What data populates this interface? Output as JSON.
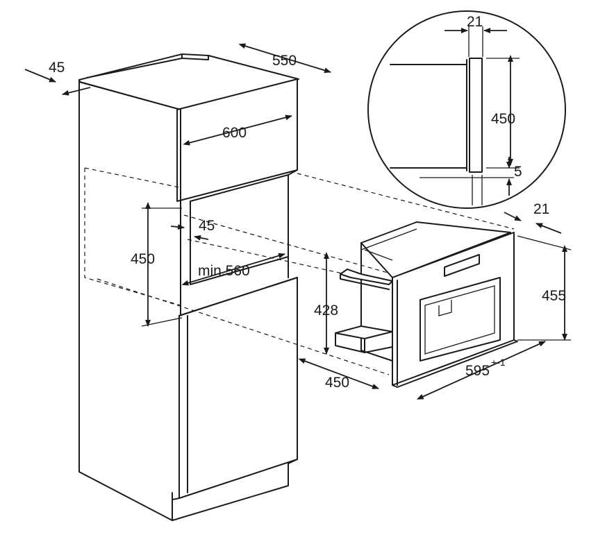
{
  "dimensions": {
    "cabinet_side_thickness": "45",
    "cabinet_depth": "550",
    "cabinet_width": "600",
    "niche_height": "450",
    "niche_inset": "45",
    "niche_min_width": "min.560",
    "appliance_height_front": "428",
    "appliance_depth": "450",
    "appliance_panel_depth": "21",
    "appliance_height": "455",
    "appliance_width": "595",
    "appliance_width_tolerance": "+-1",
    "detail_gap": "21",
    "detail_height": "450",
    "detail_offset": "5"
  },
  "colors": {
    "line": "#1a1a1a",
    "background": "#ffffff"
  }
}
